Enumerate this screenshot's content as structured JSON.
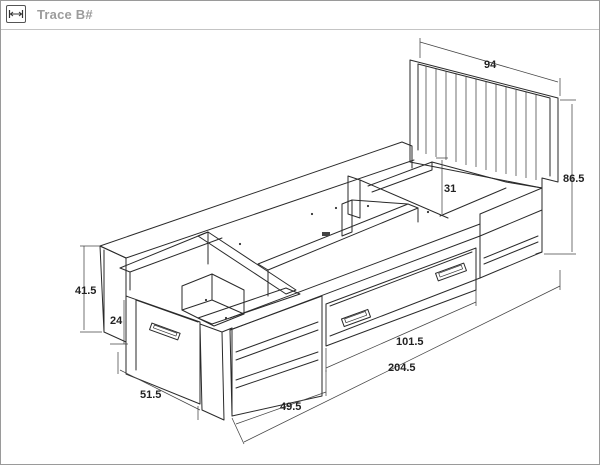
{
  "header": {
    "title": "Trace B#",
    "badge_icon": "horizontal-width-arrows-icon"
  },
  "dimensions": {
    "headboard_width": "94",
    "overall_height": "86.5",
    "compartment_height": "31",
    "side_height": "41.5",
    "drawer_height": "24",
    "drawer_depth": "51.5",
    "long_drawer_length": "101.5",
    "total_length": "204.5",
    "shelf_length": "49.5"
  },
  "colors": {
    "line": "#2a2a2a",
    "title": "#9c9c9c",
    "border": "#9a9a9a"
  }
}
